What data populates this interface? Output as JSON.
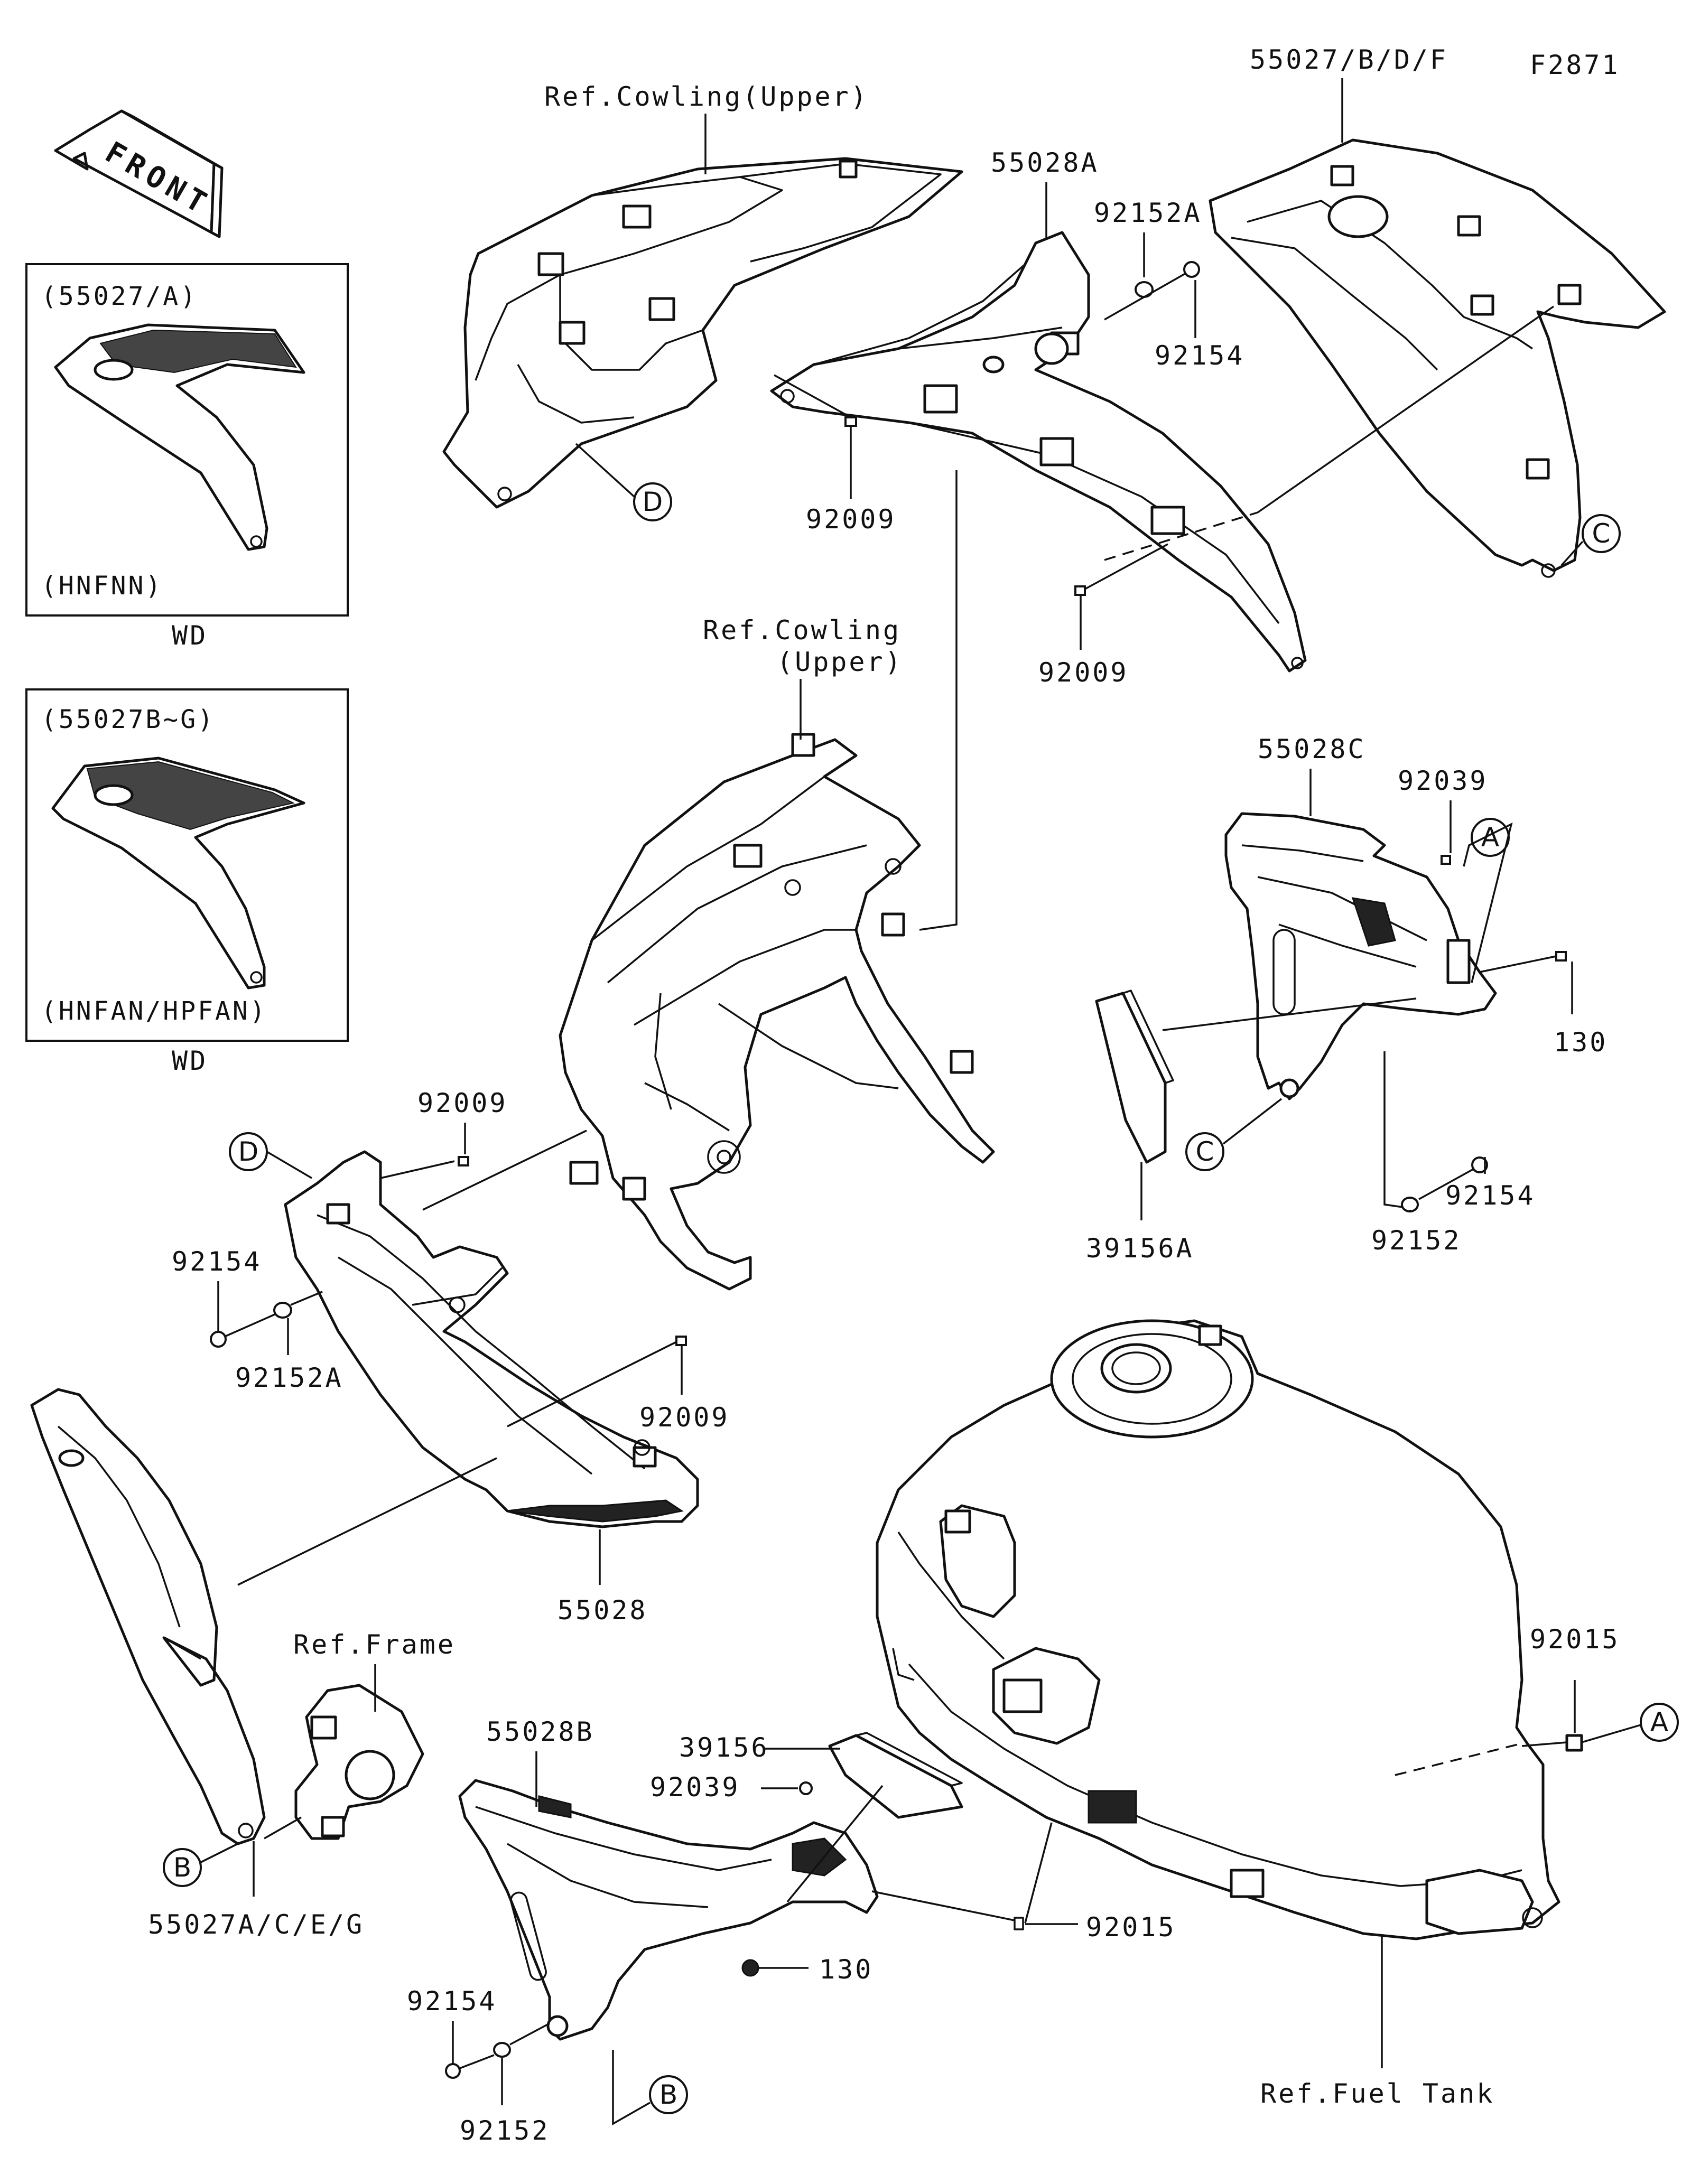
{
  "figure_code": "F2871",
  "front_label": "FRONT",
  "insets": [
    {
      "part": "(55027/A)",
      "variant": "(HNFNN)",
      "market": "WD"
    },
    {
      "part": "(55027B~G)",
      "variant": "(HNFAN/HPFAN)",
      "market": "WD"
    }
  ],
  "part_labels": {
    "p55027_bdf": "55027/B/D/F",
    "ref_cowling_upper_top": "Ref.Cowling(Upper)",
    "p55028a": "55028A",
    "p92152a_top": "92152A",
    "p92154_top": "92154",
    "p92009_a": "92009",
    "p92009_b": "92009",
    "ref_cowling_mid_1": "Ref.Cowling",
    "ref_cowling_mid_2": "(Upper)",
    "p55028c": "55028C",
    "p92039_right": "92039",
    "p130_right": "130",
    "p39156a": "39156A",
    "p92154_right": "92154",
    "p92152_right": "92152",
    "p92009_c": "92009",
    "p92154_left": "92154",
    "p92152a_left": "92152A",
    "p92009_d": "92009",
    "p55028": "55028",
    "ref_frame": "Ref.Frame",
    "p55027_aceg": "55027A/C/E/G",
    "p55028b": "55028B",
    "p39156": "39156",
    "p92039_bottom": "92039",
    "p130_bottom": "130",
    "p92015_mid": "92015",
    "p92015_right": "92015",
    "p92154_bottom": "92154",
    "p92152_bottom": "92152",
    "ref_fuel_tank": "Ref.Fuel Tank"
  },
  "ref_markers": {
    "a1": "A",
    "a2": "A",
    "b1": "B",
    "b2": "B",
    "c1": "C",
    "c2": "C",
    "d1": "D",
    "d2": "D"
  }
}
